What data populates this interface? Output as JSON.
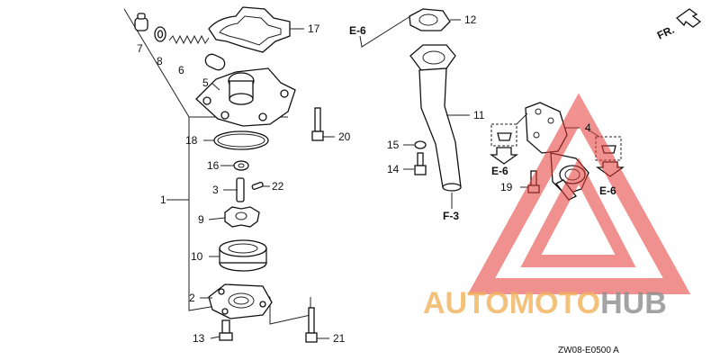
{
  "diagram": {
    "part_labels": [
      "1",
      "2",
      "3",
      "4",
      "5",
      "6",
      "7",
      "8",
      "9",
      "10",
      "11",
      "12",
      "13",
      "14",
      "15",
      "16",
      "17",
      "18",
      "19",
      "20",
      "21",
      "22"
    ],
    "refs": {
      "e6_top": "E-6",
      "e6_mid": "E-6",
      "e6_right": "E-6",
      "f3": "F-3",
      "fr": "FR."
    },
    "drawing_code": "ZW08-E0500 A"
  },
  "watermark": {
    "part1": "AUTO",
    "part2": "MOTO",
    "part3": "HUB",
    "color1": "#f2b25c",
    "color2": "#f2b25c",
    "color3": "#8d8d8d",
    "triangle_color": "#e53935"
  }
}
